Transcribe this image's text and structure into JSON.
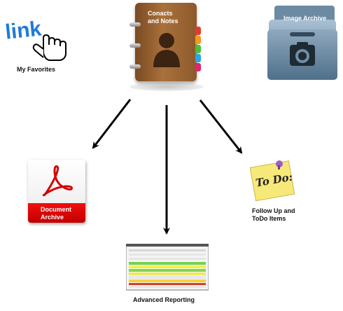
{
  "nodes": {
    "favorites": {
      "logo_text": "link",
      "label": "My Favorites"
    },
    "contacts": {
      "label_line1": "Conacts",
      "label_line2": "and Notes"
    },
    "image_archive": {
      "label": "Image Archive"
    },
    "document_archive": {
      "label_line1": "Document",
      "label_line2": "Archive"
    },
    "advanced_reporting": {
      "label": "Advanced Reporting"
    },
    "followup": {
      "note_text": "To Do:",
      "label_line1": "Follow Up and",
      "label_line2": "ToDo Items"
    }
  },
  "colors": {
    "link_blue": "#1e7bd6",
    "book_brown": "#8d5a2b",
    "archive_blue": "#6f8ea8",
    "pdf_red": "#e00000",
    "note_yellow": "#f7e87a"
  },
  "icons": {
    "favorites": "hand-cursor-icon",
    "contacts": "address-book-icon",
    "image_archive": "camera-folder-icon",
    "document_archive": "pdf-icon",
    "followup": "sticky-note-icon",
    "advanced_reporting": "report-spreadsheet-icon"
  }
}
